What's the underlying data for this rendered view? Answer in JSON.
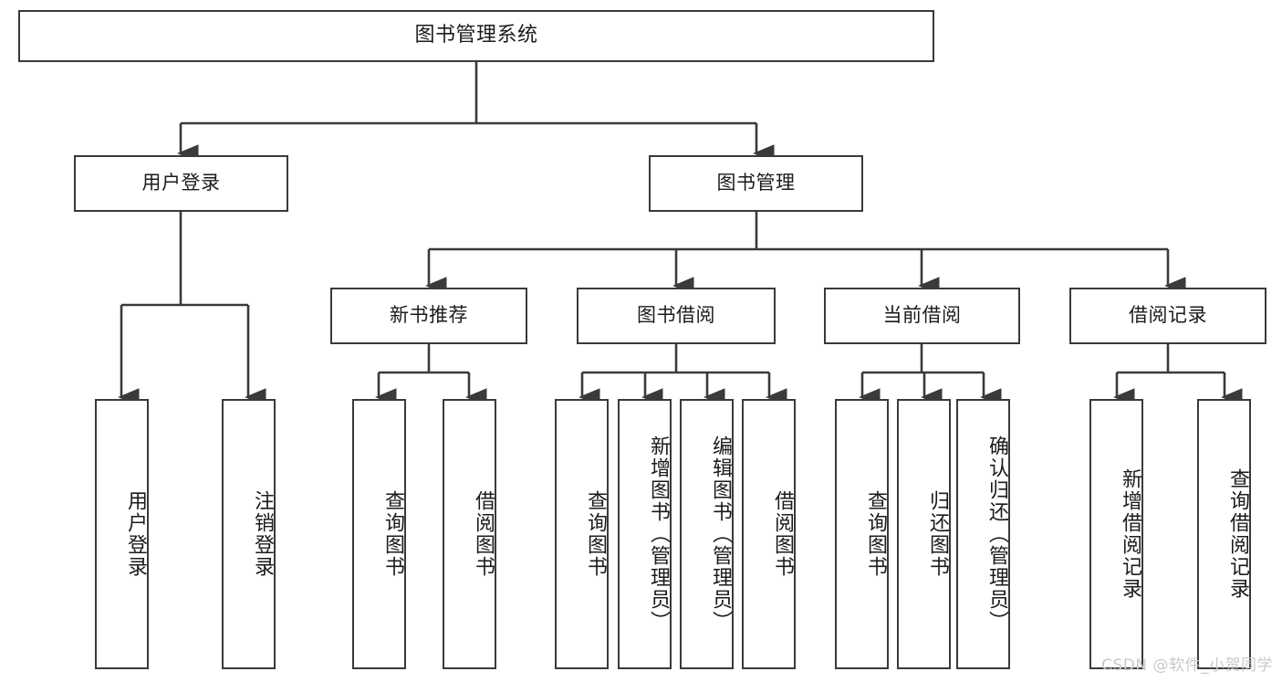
{
  "diagram": {
    "title": "图书管理系统",
    "type": "tree",
    "watermark": "CSDN @软件_小贺同学",
    "colors": {
      "box_border": "#3a3a3a",
      "box_fill": "#ffffff",
      "connector": "#3a3a3a",
      "text": "#1b1b1b",
      "watermark": "#c9c9c9",
      "background": "#ffffff"
    },
    "root": {
      "label": "图书管理系统"
    },
    "level2": [
      {
        "label": "用户登录"
      },
      {
        "label": "图书管理"
      }
    ],
    "level3": [
      {
        "label": "新书推荐"
      },
      {
        "label": "图书借阅"
      },
      {
        "label": "当前借阅"
      },
      {
        "label": "借阅记录"
      }
    ],
    "leaves": {
      "user_login": [
        {
          "label": "用户登录"
        },
        {
          "label": "注销登录"
        }
      ],
      "new_book": [
        {
          "label": "查询图书"
        },
        {
          "label": "借阅图书"
        }
      ],
      "book_borrow": [
        {
          "label": "查询图书"
        },
        {
          "label": "新增图书（管理员）"
        },
        {
          "label": "编辑图书（管理员）"
        },
        {
          "label": "借阅图书"
        }
      ],
      "current_borrow": [
        {
          "label": "查询图书"
        },
        {
          "label": "归还图书"
        },
        {
          "label": "确认归还（管理员）"
        }
      ],
      "borrow_record": [
        {
          "label": "新增借阅记录"
        },
        {
          "label": "查询借阅记录"
        }
      ]
    }
  }
}
